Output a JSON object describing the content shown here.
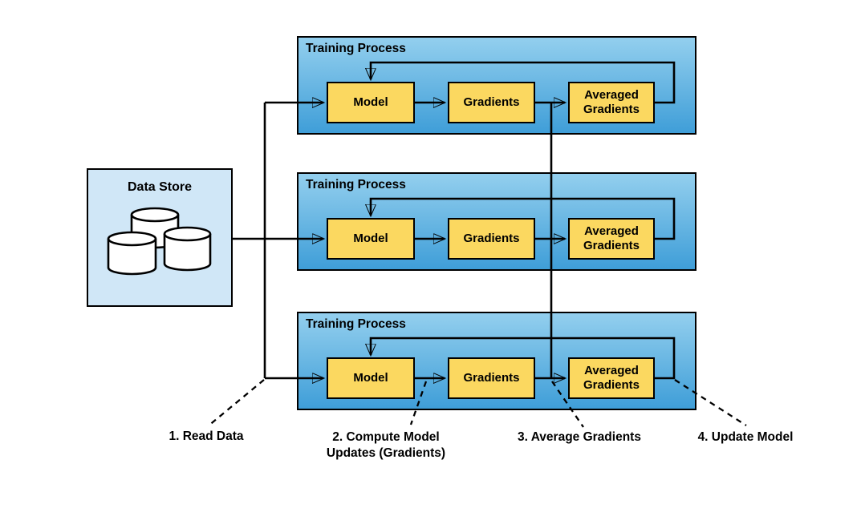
{
  "diagram": {
    "data_store": {
      "label": "Data Store",
      "icon": "database-cylinders-icon"
    },
    "training_processes": [
      {
        "label": "Training Process",
        "model": "Model",
        "gradients": "Gradients",
        "averaged_gradients": "Averaged Gradients"
      },
      {
        "label": "Training Process",
        "model": "Model",
        "gradients": "Gradients",
        "averaged_gradients": "Averaged Gradients"
      },
      {
        "label": "Training Process",
        "model": "Model",
        "gradients": "Gradients",
        "averaged_gradients": "Averaged Gradients"
      }
    ],
    "steps": [
      {
        "label": "1. Read Data"
      },
      {
        "label": "2. Compute Model Updates (Gradients)"
      },
      {
        "label": "3. Average Gradients"
      },
      {
        "label": "4. Update Model"
      }
    ]
  },
  "colors": {
    "process_gradient_top": "#93cfee",
    "process_gradient_bottom": "#3f9ed8",
    "node_fill": "#fbd860",
    "data_store_fill": "#d0e7f7",
    "line": "#000000",
    "background": "#ffffff"
  }
}
